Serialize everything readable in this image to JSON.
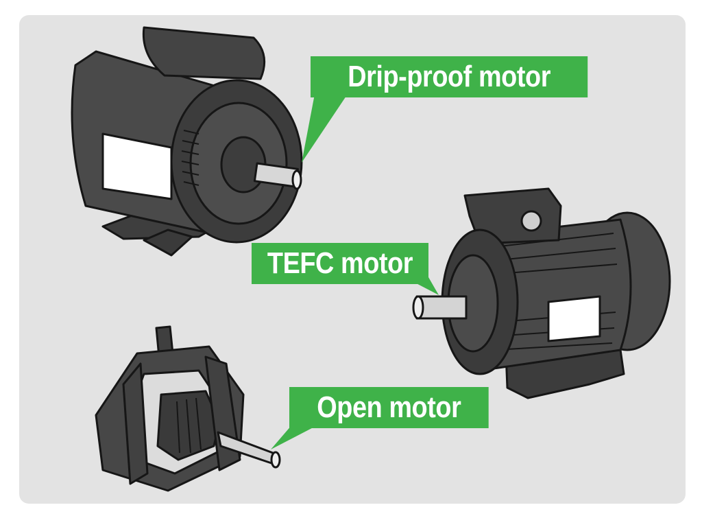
{
  "labels": {
    "drip_proof": "Drip-proof motor",
    "tefc": "TEFC motor",
    "open": "Open motor"
  },
  "colors": {
    "callout_green": "#3fb249",
    "panel_gray": "#e3e3e3",
    "motor_dark": "#474747",
    "outline": "#161616"
  },
  "icons": [
    "drip-proof-motor-illustration",
    "tefc-motor-illustration",
    "open-motor-illustration"
  ]
}
